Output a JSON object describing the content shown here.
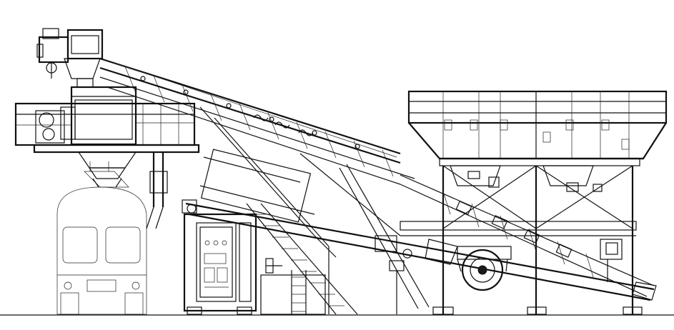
{
  "drawing": {
    "type": "technical-line-drawing",
    "background": "#ffffff",
    "line_color": "#111111",
    "components": [
      {
        "name": "mixer-unit"
      },
      {
        "name": "inclined-belt-conveyor"
      },
      {
        "name": "aggregate-bins"
      },
      {
        "name": "batching-conveyor"
      },
      {
        "name": "transport-axle"
      },
      {
        "name": "control-cabinet"
      },
      {
        "name": "access-staircase"
      },
      {
        "name": "mixer-truck"
      }
    ]
  }
}
